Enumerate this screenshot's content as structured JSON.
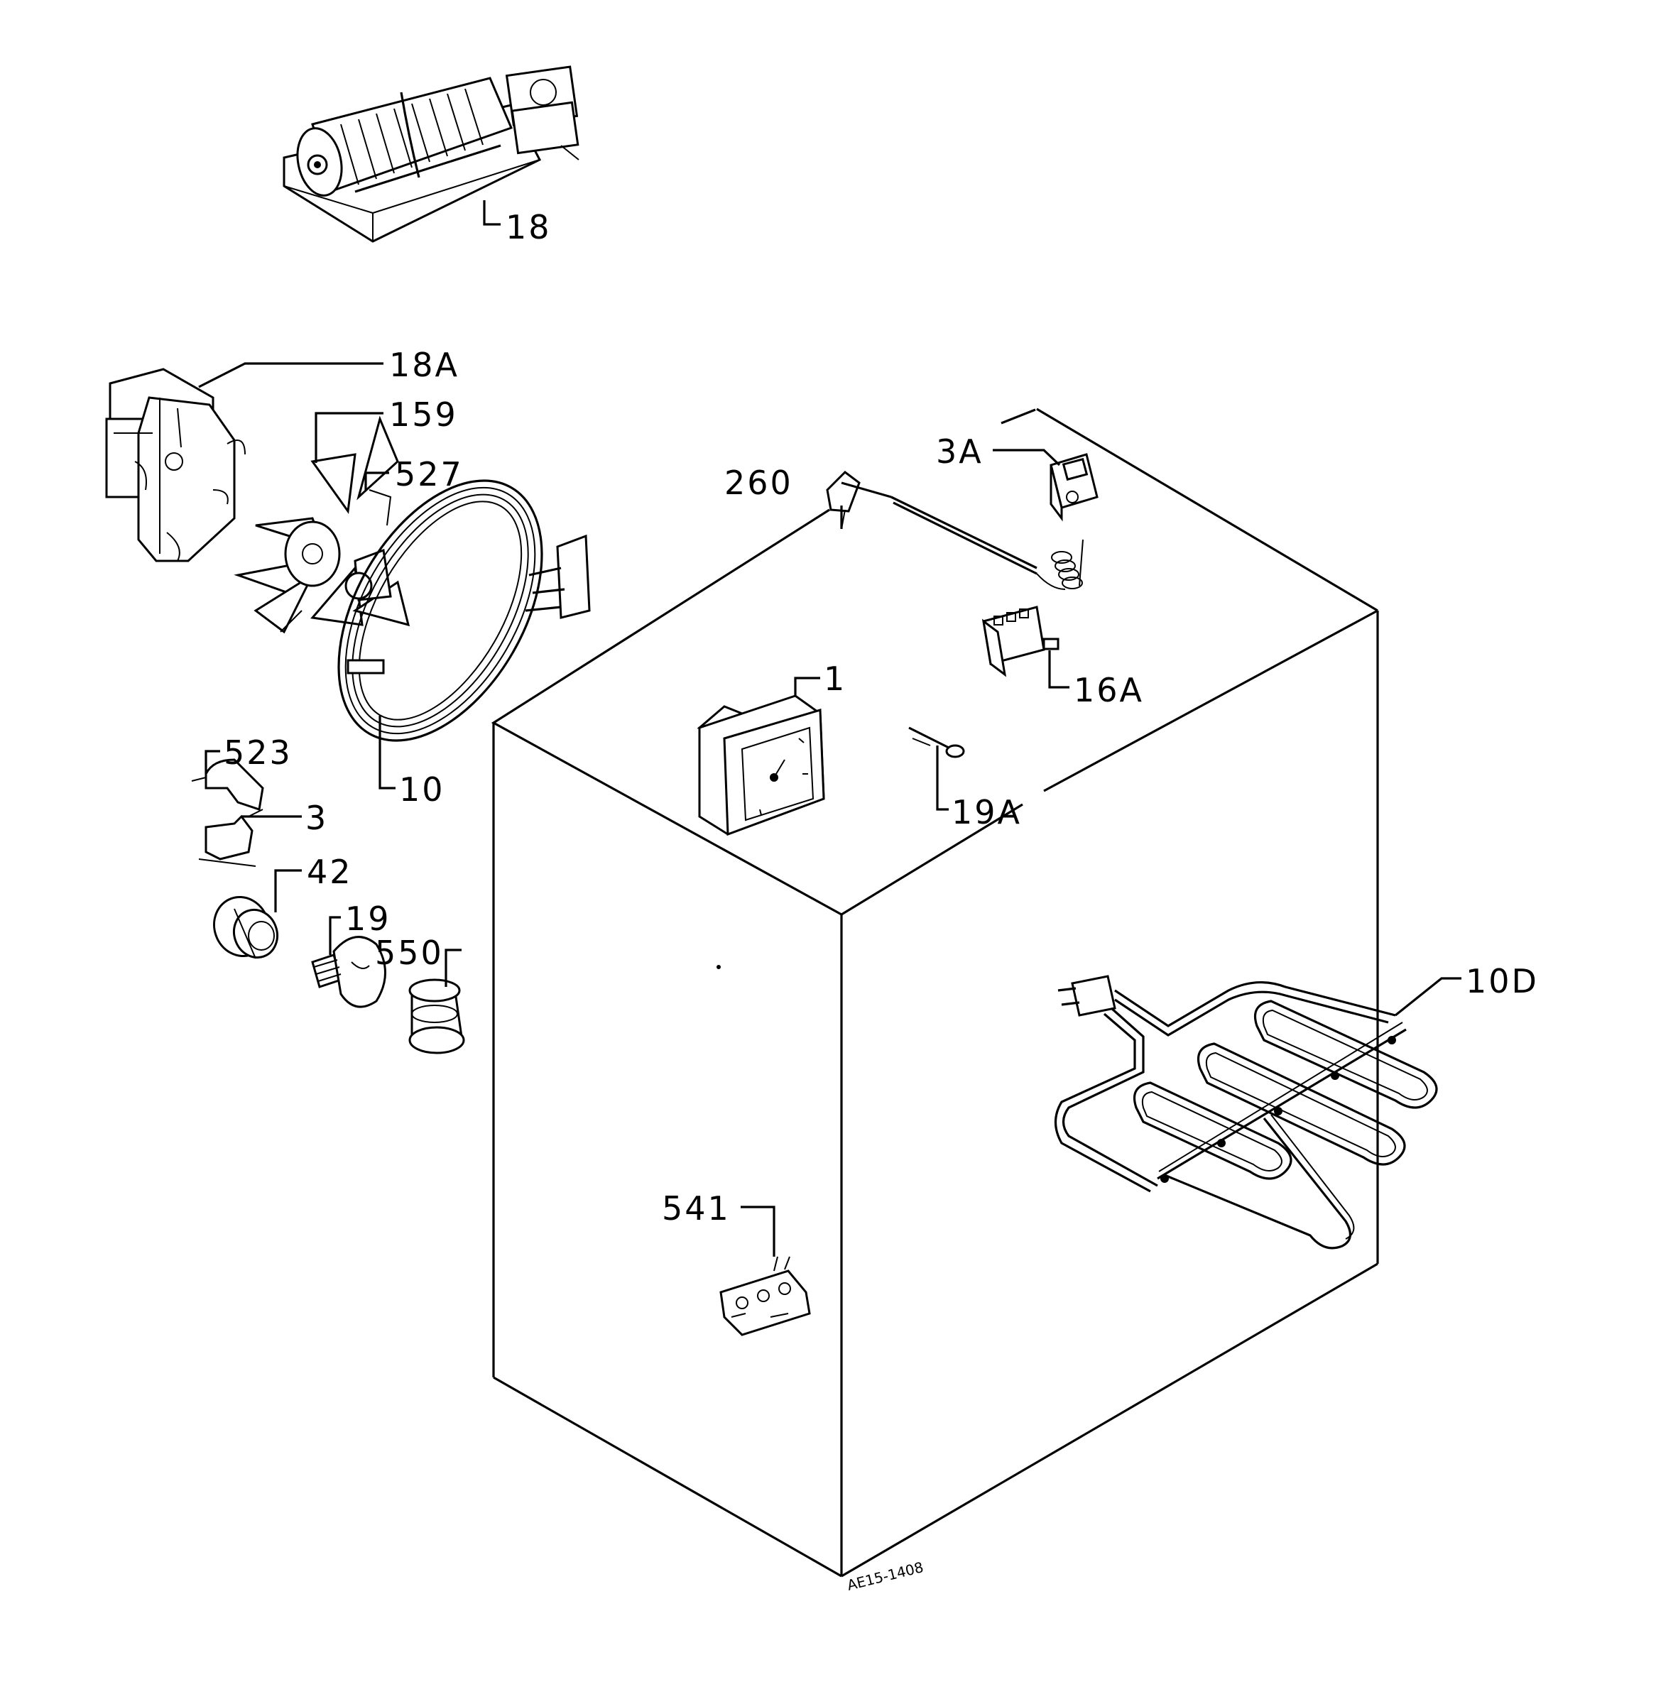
{
  "diagram": {
    "labels": {
      "l18": "18",
      "l18A": "18A",
      "l159": "159",
      "l527": "527",
      "l260": "260",
      "l3A": "3A",
      "l16A": "16A",
      "l1": "1",
      "l19A": "19A",
      "l10": "10",
      "l523": "523",
      "l3": "3",
      "l42": "42",
      "l19": "19",
      "l550": "550",
      "l10D": "10D",
      "l541": "541"
    },
    "drawing_code": "AE15-1408"
  }
}
